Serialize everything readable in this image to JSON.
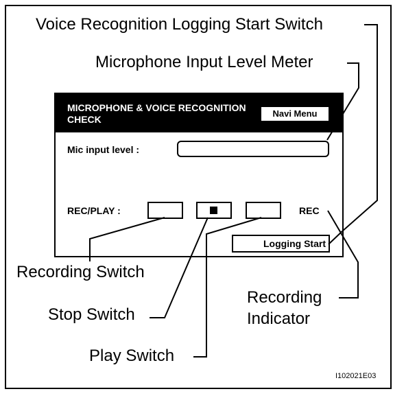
{
  "callouts": {
    "logging_start_switch": "Voice Recognition Logging Start Switch",
    "mic_level_meter": "Microphone Input Level Meter",
    "recording_switch": "Recording Switch",
    "stop_switch": "Stop Switch",
    "play_switch": "Play Switch",
    "recording_indicator_line1": "Recording",
    "recording_indicator_line2": "Indicator"
  },
  "panel": {
    "title": "MICROPHONE & VOICE RECOGNITION CHECK",
    "navi_menu_label": "Navi Menu",
    "mic_input_label": "Mic input level :",
    "rec_play_label": "REC/PLAY :",
    "rec_indicator_text": "REC",
    "logging_start_label": "Logging Start"
  },
  "figure_id": "I102021E03",
  "colors": {
    "line": "#000000",
    "header_background": "#000000",
    "header_text": "#ffffff",
    "background": "#ffffff"
  }
}
